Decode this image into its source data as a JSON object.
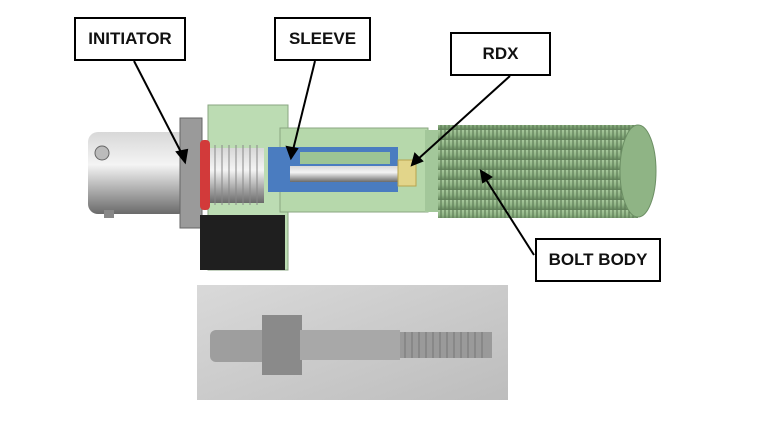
{
  "labels": {
    "initiator": "INITIATOR",
    "sleeve": "SLEEVE",
    "rdx": "RDX",
    "bolt_body": "BOLT BODY"
  },
  "colors": {
    "housing": "#b9dbb0",
    "bolt": "#8fb485",
    "sleeve": "#4a7cc0",
    "rdx": "#e2d58a",
    "seal": "#d23a3a"
  }
}
